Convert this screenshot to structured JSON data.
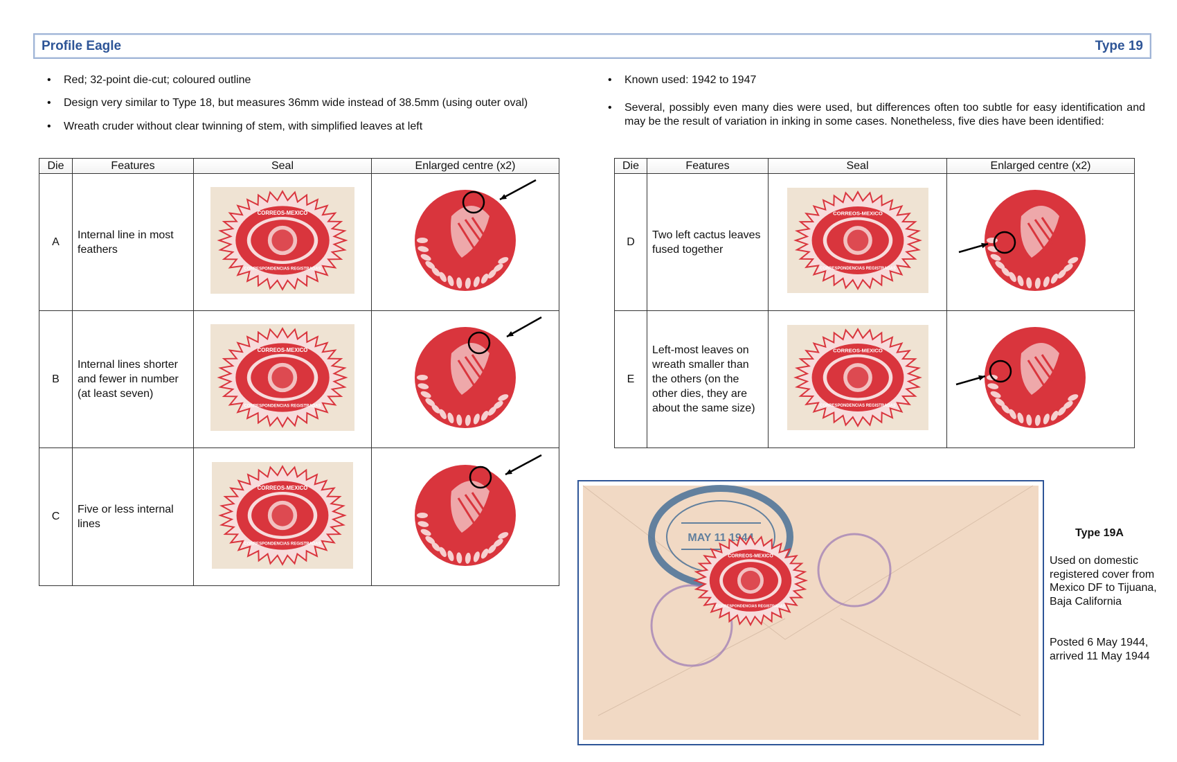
{
  "header": {
    "title": "Profile Eagle",
    "type": "Type 19"
  },
  "left_bullets": [
    "Red; 32-point die-cut; coloured outline",
    "Design very similar to Type 18, but measures 36mm wide instead of 38.5mm (using outer oval)",
    "Wreath cruder without clear twinning of stem, with simplified leaves at left"
  ],
  "right_bullets": [
    "Known used: 1942 to 1947",
    "Several, possibly even many dies were used, but differences often too subtle for easy identification and may be the result of variation in inking in some cases. Nonetheless, five dies have been identified:"
  ],
  "table_headers": [
    "Die",
    "Features",
    "Seal",
    "Enlarged centre (x2)"
  ],
  "left_rows": [
    {
      "die": "A",
      "features": "Internal line in most feathers"
    },
    {
      "die": "B",
      "features": "Internal lines shorter and fewer in number (at least seven)"
    },
    {
      "die": "C",
      "features": "Five or less internal lines"
    }
  ],
  "right_rows": [
    {
      "die": "D",
      "features": "Two left cactus leaves fused together"
    },
    {
      "die": "E",
      "features": "Left-most leaves on wreath smaller than the others (on the other dies, they are about the same size)"
    }
  ],
  "seal_text": {
    "top": "CORREOS-MEXICO",
    "bottom": "CORRESPONDENCIAS REGISTRADAS"
  },
  "cover": {
    "title": "Type 19A",
    "desc": "Used on domestic registered cover from Mexico DF to Tijuana, Baja California",
    "dates": "Posted 6 May 1944, arrived 11 May 1944",
    "stamp_date": "MAY 11 1944"
  },
  "colors": {
    "accent": "#2e5597",
    "seal_red": "#d9353d",
    "paper": "#efe3d3",
    "cover": "#f1d9c4"
  }
}
